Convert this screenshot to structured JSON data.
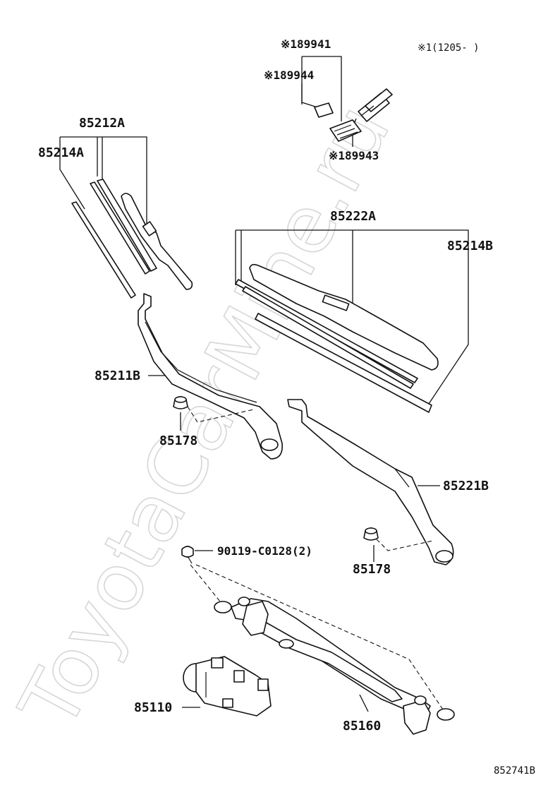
{
  "watermark": "ToyotaCarMine.ru",
  "note": "※1(1205-     )",
  "diagram_code": "852741B",
  "labels": {
    "p89941": "※189941",
    "p89944": "※189944",
    "p89943": "※189943",
    "p85212A": "85212A",
    "p85214A": "85214A",
    "p85222A": "85222A",
    "p85214B": "85214B",
    "p85211B": "85211B",
    "p85178_left": "85178",
    "p85221B": "85221B",
    "p90119": "90119-C0128(2)",
    "p85178_right": "85178",
    "p85110": "85110",
    "p85160": "85160"
  }
}
